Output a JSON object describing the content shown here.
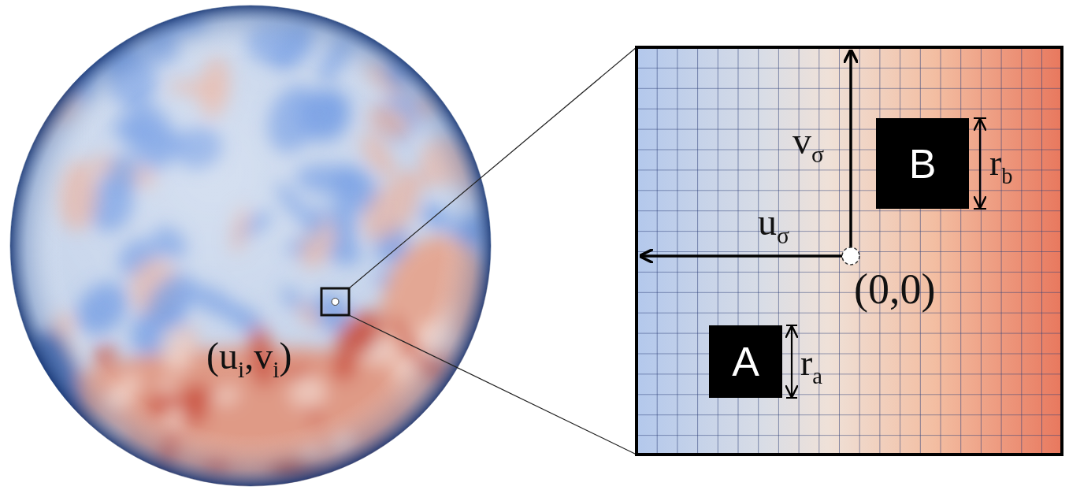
{
  "diagram": {
    "nodes": [
      {
        "text": [
          "B"
        ]
      },
      {
        "text": [
          "A"
        ]
      }
    ],
    "labels": [
      "(ui,vi)",
      "vσ",
      "rb",
      "uσ",
      "(0,0)",
      "ra"
    ]
  }
}
